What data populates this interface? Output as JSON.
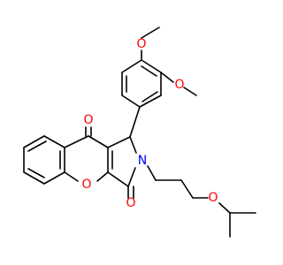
{
  "molecule": {
    "atom_labels": {
      "methoxy_o_top": "O",
      "methoxy_o_right": "O",
      "ketone_o": "O",
      "ring_o": "O",
      "lactam_n": "N",
      "lactam_o": "O",
      "ether_o": "O"
    },
    "colors": {
      "bond": "#000000",
      "oxygen": "#ff0000",
      "nitrogen": "#0000ff",
      "background": "#ffffff"
    }
  }
}
